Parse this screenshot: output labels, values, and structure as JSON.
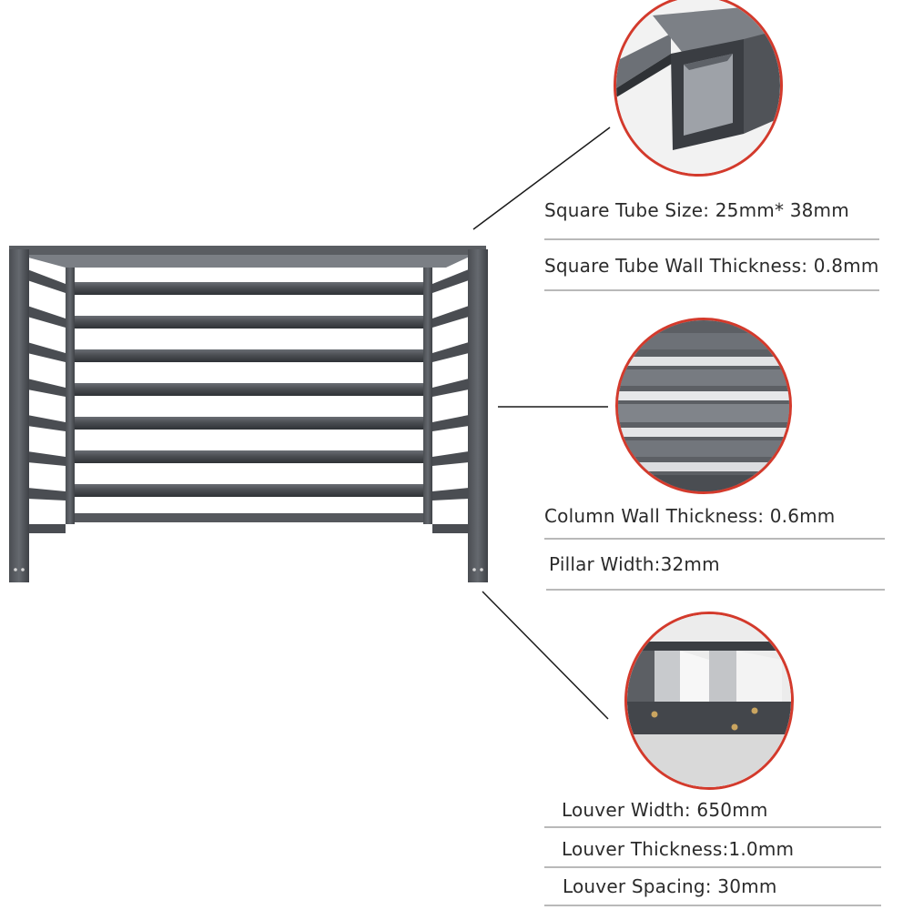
{
  "specs": {
    "square_tube_size": "Square Tube Size: 25mm* 38mm",
    "square_tube_wall_thickness": "Square Tube Wall Thickness: 0.8mm",
    "column_wall_thickness": "Column Wall Thickness: 0.6mm",
    "pillar_width": "Pillar Width:32mm",
    "louver_width": "Louver Width: 650mm",
    "louver_thickness": "Louver Thickness:1.0mm",
    "louver_spacing": "Louver Spacing: 30mm"
  },
  "colors": {
    "frame": "#55585d",
    "frame_dark": "#3c3f44",
    "frame_light": "#8c9096",
    "circle_border": "#d33a2c",
    "rule": "#b9b9b9"
  }
}
